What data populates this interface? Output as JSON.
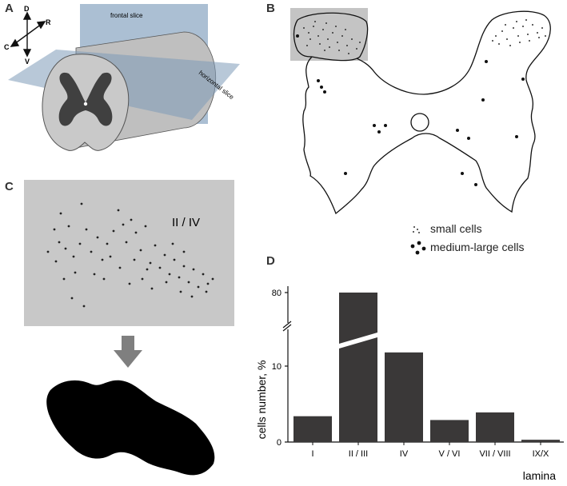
{
  "panels": {
    "a": {
      "letter": "A",
      "frontal_label": "frontal slice",
      "horizontal_label": "horizontal slice",
      "axes": {
        "d": "D",
        "v": "V",
        "r": "R",
        "c": "C"
      }
    },
    "b": {
      "letter": "B",
      "legend": {
        "small": "small cells",
        "large": "medium-large cells"
      }
    },
    "c": {
      "letter": "C",
      "region_label": "II / IV"
    },
    "d": {
      "letter": "D"
    }
  },
  "chart_data": {
    "type": "bar",
    "categories": [
      "I",
      "II / III",
      "IV",
      "V / VI",
      "VII / VIII",
      "IX/X"
    ],
    "values": [
      3.4,
      80,
      11.8,
      2.9,
      3.9,
      0.3
    ],
    "xlabel": "lamina",
    "ylabel": "cells number, %",
    "yticks": [
      "0",
      "10",
      "80"
    ],
    "broken_axis": true,
    "bar_color": "#3a3838"
  }
}
